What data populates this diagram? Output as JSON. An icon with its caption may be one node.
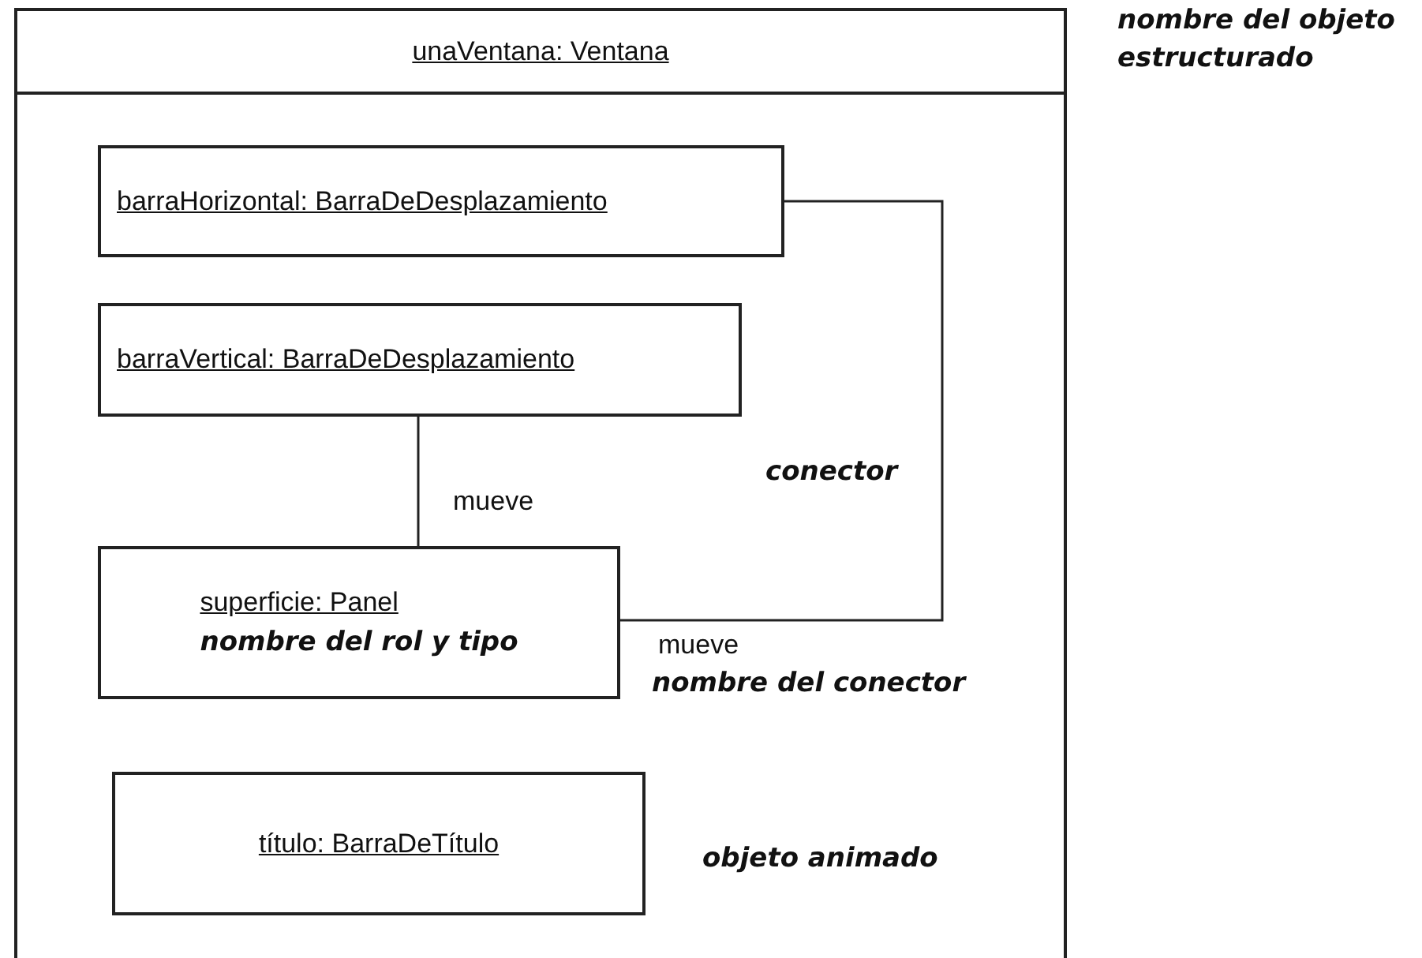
{
  "diagram": {
    "nodes": [
      {
        "text": [
          "unaVentana: Ventana"
        ],
        "beside": [
          "nombre del objeto estructurado"
        ]
      },
      {
        "text": [
          "barraHorizontal: BarraDeDesplazamiento"
        ],
        "in": 0
      },
      {
        "text": [
          "barraVertical: BarraDeDesplazamiento"
        ],
        "in": 0
      },
      {
        "text": [
          "superficie: Panel",
          "nombre del rol y tipo"
        ],
        "in": 0
      },
      {
        "text": [
          "título: BarraDeTítulo"
        ],
        "in": 0
      }
    ],
    "edges": [
      {
        "from": 2,
        "to": 3,
        "arrow": "none",
        "label": "mueve"
      },
      {
        "from": 1,
        "to": 3,
        "arrow": "none",
        "label": "mueve"
      }
    ],
    "labels": [
      "conector",
      "nombre del conector",
      "objeto animado"
    ]
  }
}
